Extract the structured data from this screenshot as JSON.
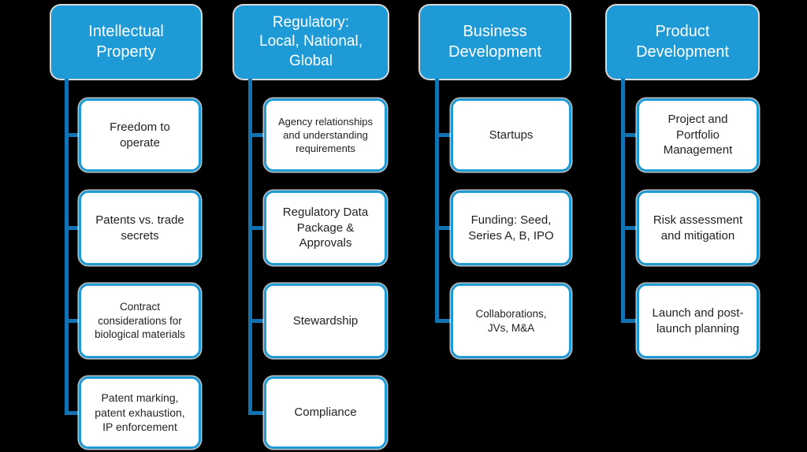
{
  "diagram": {
    "background": "#000000",
    "colors": {
      "header_fill": "#1E9BD7",
      "header_text": "#FFFFFF",
      "box_fill": "#FFFFFF",
      "box_border": "#1E9BD7",
      "box_text": "#222222",
      "connector": "#1173B2"
    },
    "columns": [
      {
        "title": "Intellectual Property",
        "items": [
          "Freedom to operate",
          "Patents vs. trade secrets",
          "Contract considerations for biological materials",
          "Patent marking, patent exhaustion, IP enforcement"
        ]
      },
      {
        "title": "Regulatory: Local, National, Global",
        "items": [
          "Agency relationships and understanding requirements",
          "Regulatory Data Package & Approvals",
          "Stewardship",
          "Compliance"
        ]
      },
      {
        "title": "Business Development",
        "items": [
          "Startups",
          "Funding: Seed, Series A, B, IPO",
          "Collaborations, JVs, M&A"
        ]
      },
      {
        "title": "Product Development",
        "items": [
          "Project and Portfolio Management",
          "Risk assessment and mitigation",
          "Launch and post-launch planning"
        ]
      }
    ]
  }
}
